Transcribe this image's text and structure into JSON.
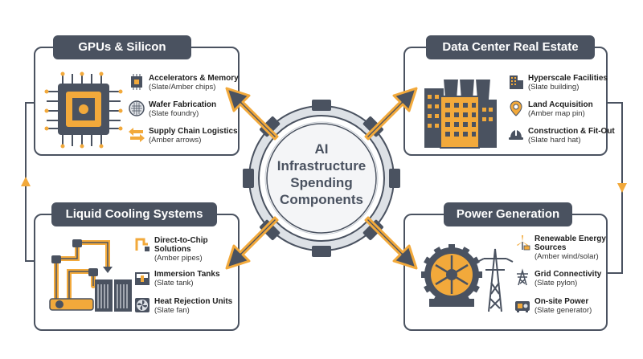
{
  "hub": {
    "line1": "AI",
    "line2": "Infrastructure",
    "line3": "Spending",
    "line4": "Components"
  },
  "panels": {
    "gpus": {
      "title": "GPUs & Silicon",
      "items": [
        {
          "label": "Accelerators & Memory",
          "sub": "(Slate/Amber chips)",
          "icon": "chip-icon"
        },
        {
          "label": "Wafer Fabrication",
          "sub": "(Slate foundry)",
          "icon": "wafer-icon"
        },
        {
          "label": "Supply Chain Logistics",
          "sub": "(Amber arrows)",
          "icon": "arrows-icon"
        }
      ]
    },
    "datacenter": {
      "title": "Data Center Real Estate",
      "items": [
        {
          "label": "Hyperscale Facilities",
          "sub": "(Slate building)",
          "icon": "building-icon"
        },
        {
          "label": "Land Acquisition",
          "sub": "(Amber map pin)",
          "icon": "map-pin-icon"
        },
        {
          "label": "Construction & Fit-Out",
          "sub": "(Slate hard hat)",
          "icon": "hard-hat-icon"
        }
      ]
    },
    "cooling": {
      "title": "Liquid Cooling Systems",
      "items": [
        {
          "label1": "Direct-to-Chip",
          "label2": "Solutions",
          "sub": "(Amber pipes)",
          "icon": "pipes-icon"
        },
        {
          "label1": "Immersion Tanks",
          "sub": "(Slate tank)",
          "icon": "tank-icon"
        },
        {
          "label1": "Heat Rejection Units",
          "sub": "(Slate fan)",
          "icon": "fan-icon"
        }
      ]
    },
    "power": {
      "title": "Power Generation",
      "items": [
        {
          "label1": "Renewable Energy",
          "label2": "Sources",
          "sub": "(Amber wind/solar)",
          "icon": "wind-solar-icon"
        },
        {
          "label1": "Grid Connectivity",
          "sub": "(Slate pylon)",
          "icon": "pylon-icon"
        },
        {
          "label1": "On-site Power",
          "sub": "(Slate generator)",
          "icon": "generator-icon"
        }
      ]
    }
  },
  "colors": {
    "slate": "#4a5260",
    "amber": "#f2a93b",
    "gear": "#e3e6ea"
  }
}
